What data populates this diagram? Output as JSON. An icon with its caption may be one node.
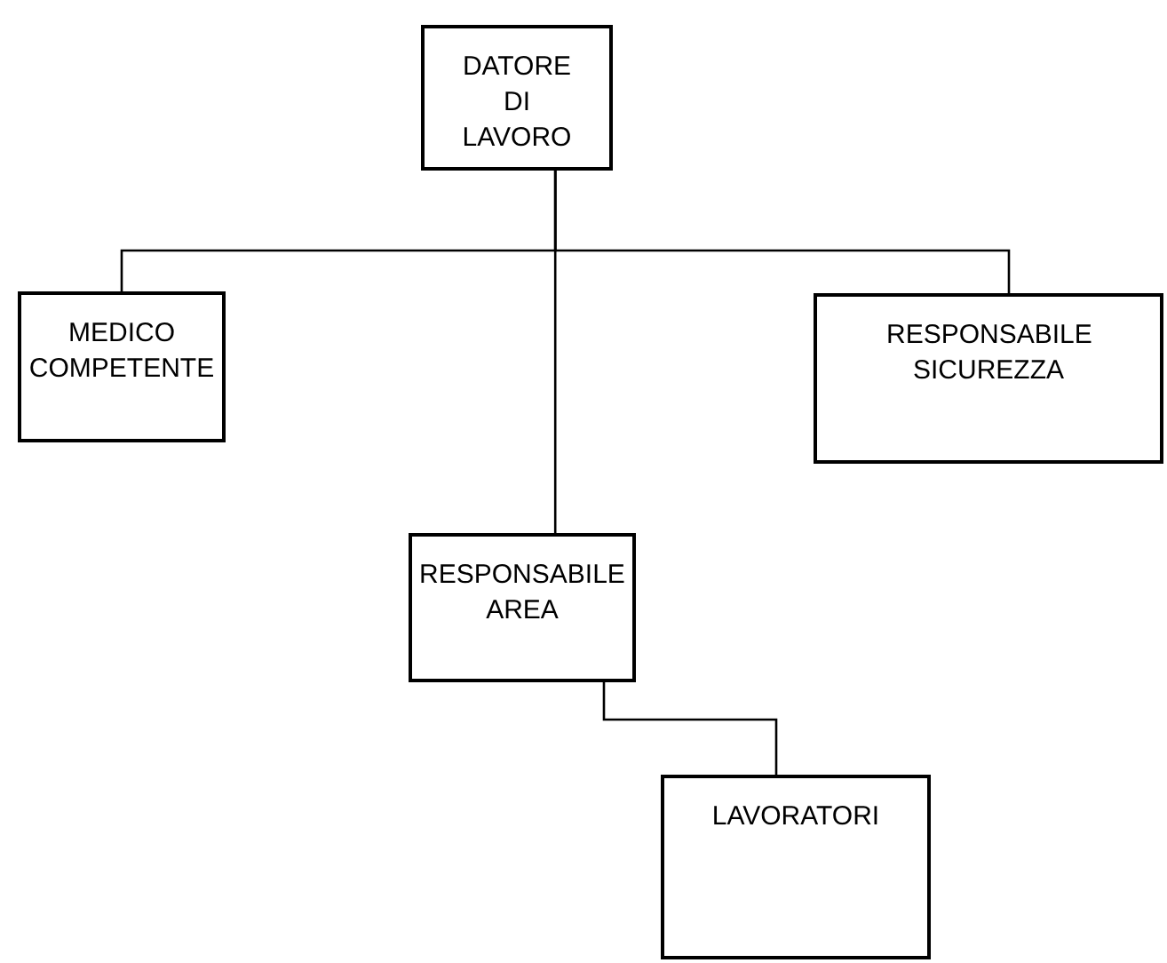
{
  "diagram": {
    "nodes": [
      {
        "text": [
          "DATORE DI LAVORO"
        ]
      },
      {
        "text": [
          "MEDICO COMPETENTE"
        ]
      },
      {
        "text": [
          "RESPONSABILE SICUREZZA"
        ]
      },
      {
        "text": [
          "RESPONSABILE AREA"
        ]
      },
      {
        "text": [
          "LAVORATORI"
        ]
      }
    ],
    "edges": [
      {
        "from": 0,
        "to": 1,
        "arrow": "none"
      },
      {
        "from": 0,
        "to": 2,
        "arrow": "none"
      },
      {
        "from": 0,
        "to": 3,
        "arrow": "none"
      },
      {
        "from": 3,
        "to": 4,
        "arrow": "none"
      }
    ]
  }
}
